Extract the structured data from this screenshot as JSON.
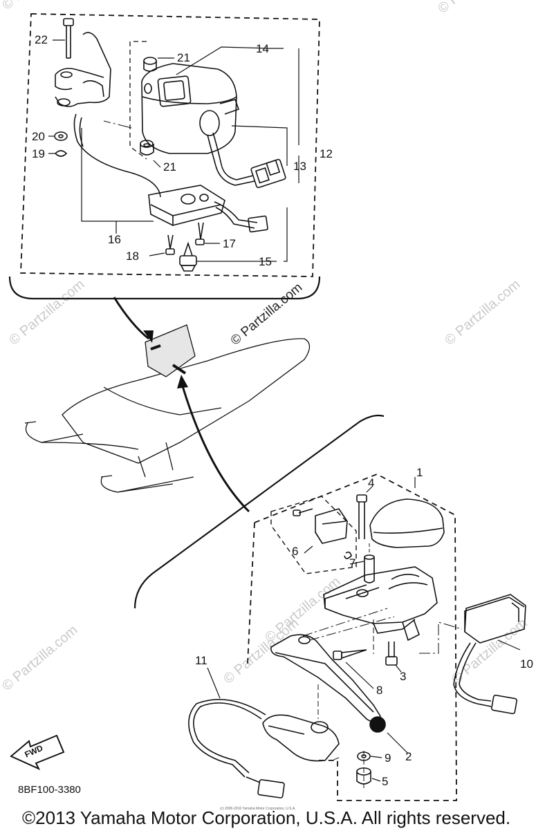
{
  "callouts": {
    "c1": "1",
    "c2": "2",
    "c3": "3",
    "c4": "4",
    "c5": "5",
    "c6": "6",
    "c7": "7",
    "c8": "8",
    "c9": "9",
    "c10": "10",
    "c11": "11",
    "c12": "12",
    "c13": "13",
    "c14": "14",
    "c15": "15",
    "c16": "16",
    "c17": "17",
    "c18": "18",
    "c19": "19",
    "c20": "20",
    "c21a": "21",
    "c21b": "21",
    "c22": "22"
  },
  "watermarks": {
    "w1": "© Partzilla.com",
    "w2": "© Partzilla.com",
    "w3": "© Partzilla.com",
    "w4": "© Partzilla.com",
    "w5": "© Partzilla.com",
    "w6": "© Partzilla.com",
    "w7": "© Partzilla.com",
    "w8": "© Partzilla.com",
    "w9": "© Partzilla.com"
  },
  "fwd_label": "FWD",
  "diagram_code": "8BF100-3380",
  "small_copyright": "(c) 2006-2016 Yamaha Motor Corporation, U.S.A.",
  "copyright": "©2013 Yamaha Motor Corporation, U.S.A. All rights reserved."
}
